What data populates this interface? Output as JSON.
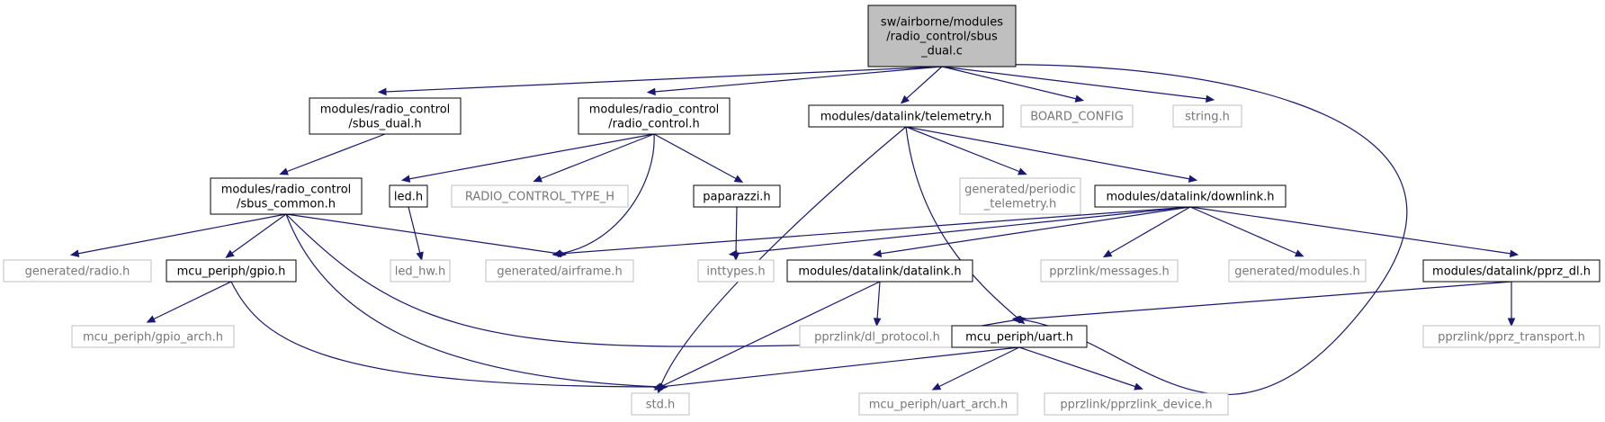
{
  "graph": {
    "colors": {
      "edge": "#191970",
      "root_fill": "#bfbfbf",
      "linked_border": "#000000",
      "unlinked_border": "#bfbfbf",
      "unlinked_text": "#777777"
    },
    "nodes": [
      {
        "id": "root",
        "lines": [
          "sw/airborne/modules",
          "/radio_control/sbus",
          "_dual.c"
        ],
        "style": "root"
      },
      {
        "id": "sbus_dual_h",
        "lines": [
          "modules/radio_control",
          "/sbus_dual.h"
        ],
        "style": "linked"
      },
      {
        "id": "radio_control_h",
        "lines": [
          "modules/radio_control",
          "/radio_control.h"
        ],
        "style": "linked"
      },
      {
        "id": "telemetry_h",
        "lines": [
          "modules/datalink/telemetry.h"
        ],
        "style": "linked"
      },
      {
        "id": "board_config",
        "lines": [
          "BOARD_CONFIG"
        ],
        "style": "plain"
      },
      {
        "id": "string_h",
        "lines": [
          "string.h"
        ],
        "style": "plain"
      },
      {
        "id": "sbus_common_h",
        "lines": [
          "modules/radio_control",
          "/sbus_common.h"
        ],
        "style": "linked"
      },
      {
        "id": "led_h",
        "lines": [
          "led.h"
        ],
        "style": "linked"
      },
      {
        "id": "radio_control_type_h",
        "lines": [
          "RADIO_CONTROL_TYPE_H"
        ],
        "style": "plain"
      },
      {
        "id": "paparazzi_h",
        "lines": [
          "paparazzi.h"
        ],
        "style": "linked"
      },
      {
        "id": "periodic_telemetry_h",
        "lines": [
          "generated/periodic",
          "_telemetry.h"
        ],
        "style": "plain"
      },
      {
        "id": "downlink_h",
        "lines": [
          "modules/datalink/downlink.h"
        ],
        "style": "linked"
      },
      {
        "id": "radio_h",
        "lines": [
          "generated/radio.h"
        ],
        "style": "plain"
      },
      {
        "id": "gpio_h",
        "lines": [
          "mcu_periph/gpio.h"
        ],
        "style": "linked"
      },
      {
        "id": "led_hw_h",
        "lines": [
          "led_hw.h"
        ],
        "style": "plain"
      },
      {
        "id": "airframe_h",
        "lines": [
          "generated/airframe.h"
        ],
        "style": "plain"
      },
      {
        "id": "inttypes_h",
        "lines": [
          "inttypes.h"
        ],
        "style": "plain"
      },
      {
        "id": "datalink_h",
        "lines": [
          "modules/datalink/datalink.h"
        ],
        "style": "linked"
      },
      {
        "id": "messages_h",
        "lines": [
          "pprzlink/messages.h"
        ],
        "style": "plain"
      },
      {
        "id": "modules_h",
        "lines": [
          "generated/modules.h"
        ],
        "style": "plain"
      },
      {
        "id": "pprz_dl_h",
        "lines": [
          "modules/datalink/pprz_dl.h"
        ],
        "style": "linked"
      },
      {
        "id": "gpio_arch_h",
        "lines": [
          "mcu_periph/gpio_arch.h"
        ],
        "style": "plain"
      },
      {
        "id": "dl_protocol_h",
        "lines": [
          "pprzlink/dl_protocol.h"
        ],
        "style": "plain"
      },
      {
        "id": "uart_h",
        "lines": [
          "mcu_periph/uart.h"
        ],
        "style": "linked"
      },
      {
        "id": "pprz_transport_h",
        "lines": [
          "pprzlink/pprz_transport.h"
        ],
        "style": "plain"
      },
      {
        "id": "std_h",
        "lines": [
          "std.h"
        ],
        "style": "plain"
      },
      {
        "id": "uart_arch_h",
        "lines": [
          "mcu_periph/uart_arch.h"
        ],
        "style": "plain"
      },
      {
        "id": "pprzlink_device_h",
        "lines": [
          "pprzlink/pprzlink_device.h"
        ],
        "style": "plain"
      }
    ],
    "edges": [
      [
        "root",
        "sbus_dual_h"
      ],
      [
        "root",
        "radio_control_h"
      ],
      [
        "root",
        "telemetry_h"
      ],
      [
        "root",
        "board_config"
      ],
      [
        "root",
        "string_h"
      ],
      [
        "root",
        "uart_h"
      ],
      [
        "sbus_dual_h",
        "sbus_common_h"
      ],
      [
        "radio_control_h",
        "led_h"
      ],
      [
        "radio_control_h",
        "radio_control_type_h"
      ],
      [
        "radio_control_h",
        "airframe_h"
      ],
      [
        "radio_control_h",
        "paparazzi_h"
      ],
      [
        "telemetry_h",
        "std_h"
      ],
      [
        "telemetry_h",
        "periodic_telemetry_h"
      ],
      [
        "telemetry_h",
        "downlink_h"
      ],
      [
        "telemetry_h",
        "uart_h"
      ],
      [
        "sbus_common_h",
        "radio_h"
      ],
      [
        "sbus_common_h",
        "gpio_h"
      ],
      [
        "sbus_common_h",
        "airframe_h"
      ],
      [
        "sbus_common_h",
        "std_h"
      ],
      [
        "sbus_common_h",
        "uart_h"
      ],
      [
        "led_h",
        "led_hw_h"
      ],
      [
        "paparazzi_h",
        "inttypes_h"
      ],
      [
        "downlink_h",
        "airframe_h"
      ],
      [
        "downlink_h",
        "inttypes_h"
      ],
      [
        "downlink_h",
        "datalink_h"
      ],
      [
        "downlink_h",
        "messages_h"
      ],
      [
        "downlink_h",
        "modules_h"
      ],
      [
        "downlink_h",
        "pprz_dl_h"
      ],
      [
        "gpio_h",
        "gpio_arch_h"
      ],
      [
        "gpio_h",
        "std_h"
      ],
      [
        "datalink_h",
        "dl_protocol_h"
      ],
      [
        "datalink_h",
        "std_h"
      ],
      [
        "pprz_dl_h",
        "uart_h"
      ],
      [
        "pprz_dl_h",
        "pprz_transport_h"
      ],
      [
        "uart_h",
        "std_h"
      ],
      [
        "uart_h",
        "uart_arch_h"
      ],
      [
        "uart_h",
        "pprzlink_device_h"
      ]
    ]
  }
}
